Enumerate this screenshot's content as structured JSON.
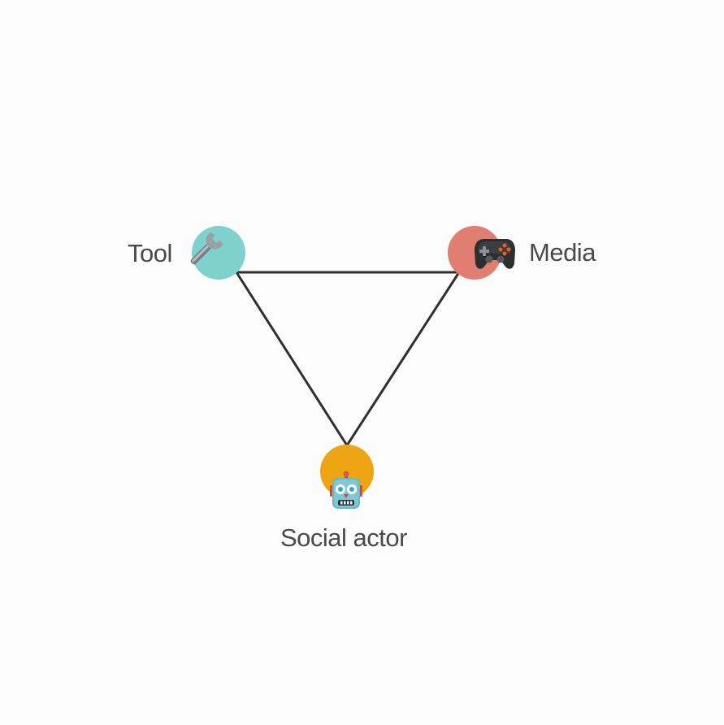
{
  "diagram": {
    "nodes": [
      {
        "id": "tool",
        "label": "Tool",
        "icon": "wrench-icon",
        "color": "#7fd1cd"
      },
      {
        "id": "media",
        "label": "Media",
        "icon": "gamepad-icon",
        "color": "#df7e71"
      },
      {
        "id": "social",
        "label": "Social actor",
        "icon": "robot-icon",
        "color": "#eda514"
      }
    ],
    "edges": [
      [
        "tool",
        "media"
      ],
      [
        "tool",
        "social"
      ],
      [
        "media",
        "social"
      ]
    ],
    "edge_color": "#2f2f2f",
    "label_color": "#4a4a4a",
    "background": "#fcfcfc"
  }
}
